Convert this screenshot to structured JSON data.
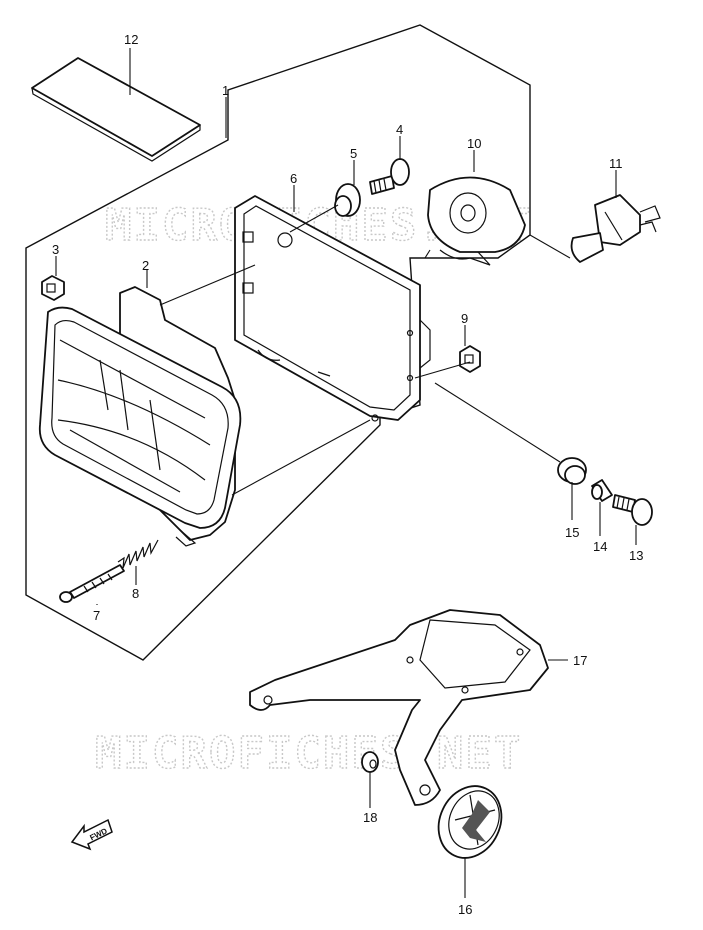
{
  "watermark": {
    "top": "MICROFICHES.NET",
    "bottom": "MICROFICHES.NET"
  },
  "fwd_label": "FWD",
  "callouts": [
    {
      "id": "c1",
      "label": "1"
    },
    {
      "id": "c2",
      "label": "2"
    },
    {
      "id": "c3",
      "label": "3"
    },
    {
      "id": "c4",
      "label": "4"
    },
    {
      "id": "c5",
      "label": "5"
    },
    {
      "id": "c6",
      "label": "6"
    },
    {
      "id": "c7",
      "label": "7"
    },
    {
      "id": "c8",
      "label": "8"
    },
    {
      "id": "c9",
      "label": "9"
    },
    {
      "id": "c10",
      "label": "10"
    },
    {
      "id": "c11",
      "label": "11"
    },
    {
      "id": "c12",
      "label": "12"
    },
    {
      "id": "c13",
      "label": "13"
    },
    {
      "id": "c14",
      "label": "14"
    },
    {
      "id": "c15",
      "label": "15"
    },
    {
      "id": "c16",
      "label": "16"
    },
    {
      "id": "c17",
      "label": "17"
    },
    {
      "id": "c18",
      "label": "18"
    }
  ]
}
